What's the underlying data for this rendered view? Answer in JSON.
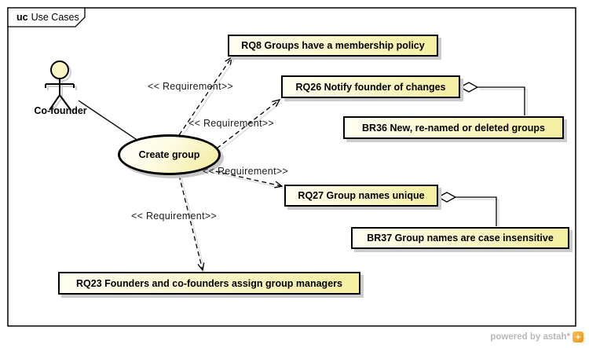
{
  "frame": {
    "keyword": "uc",
    "title": "Use Cases"
  },
  "nodes": {
    "actor": {
      "label": "Co-founder",
      "type": "actor"
    },
    "usecase": {
      "label": "Create group",
      "type": "use-case"
    },
    "requirements": [
      {
        "id": "RQ8",
        "label": "RQ8 Groups have a membership policy"
      },
      {
        "id": "RQ26",
        "label": "RQ26 Notify founder of changes"
      },
      {
        "id": "BR36",
        "label": "BR36 New, re-named or deleted groups"
      },
      {
        "id": "RQ27",
        "label": "RQ27 Group names unique"
      },
      {
        "id": "BR37",
        "label": "BR37 Group names are case insensitive"
      },
      {
        "id": "RQ23",
        "label": "RQ23 Founders and co-founders assign group managers"
      }
    ]
  },
  "relationships": [
    {
      "from": "Create group",
      "to": "RQ8",
      "stereotype": "<< Requirement>>",
      "style": "dashed-arrow"
    },
    {
      "from": "Create group",
      "to": "RQ26",
      "stereotype": "<< Requirement>>",
      "style": "dashed-arrow"
    },
    {
      "from": "Create group",
      "to": "RQ27",
      "stereotype": "<< Requirement>>",
      "style": "dashed-arrow"
    },
    {
      "from": "Create group",
      "to": "RQ23",
      "stereotype": "<< Requirement>>",
      "style": "dashed-arrow"
    },
    {
      "from": "RQ26",
      "to": "BR36",
      "style": "aggregation"
    },
    {
      "from": "RQ27",
      "to": "BR37",
      "style": "aggregation"
    },
    {
      "from": "Co-founder",
      "to": "Create group",
      "style": "association"
    }
  ],
  "watermark": {
    "text": "powered by astah*",
    "logo": "astah-logo-icon"
  },
  "colors": {
    "node_fill_light": "#fffef2",
    "node_fill_yellow": "#f5efa0",
    "node_border": "#000000",
    "shadow": "#cccccc",
    "watermark_text": "#b9b9b9",
    "watermark_logo_orange": "#ef9426"
  }
}
